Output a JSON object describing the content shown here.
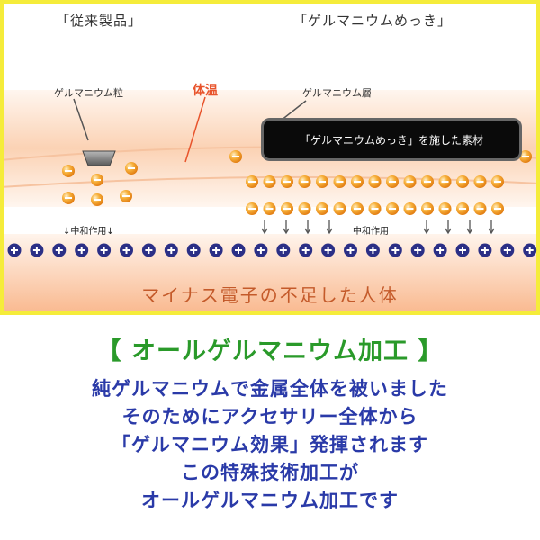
{
  "diagram": {
    "left_header": "「従来製品」",
    "right_header": "「ゲルマニウムめっき」",
    "label_grain": "ゲルマニウム粒",
    "label_temperature": "体温",
    "label_layer": "ゲルマニウム層",
    "box_text": "「ゲルマニウムめっき」を施した素材",
    "neutralization_left": "↓中和作用↓",
    "neutralization_right": "中和作用",
    "bottom_text": "マイナス電子の不足した人体",
    "colors": {
      "border": "#f5ec3a",
      "band_orange": "#fbd2b4",
      "electron": "#f4a32a",
      "plus": "#2b2f86",
      "temp_label": "#e8542c"
    }
  },
  "caption": {
    "title": "【 オールゲルマニウム加工 】",
    "lines": [
      "純ゲルマニウムで金属全体を被いました",
      "そのためにアクセサリー全体から",
      "「ゲルマニウム効果」発揮されます",
      "この特殊技術加工が",
      "オールゲルマニウム加工です"
    ]
  }
}
